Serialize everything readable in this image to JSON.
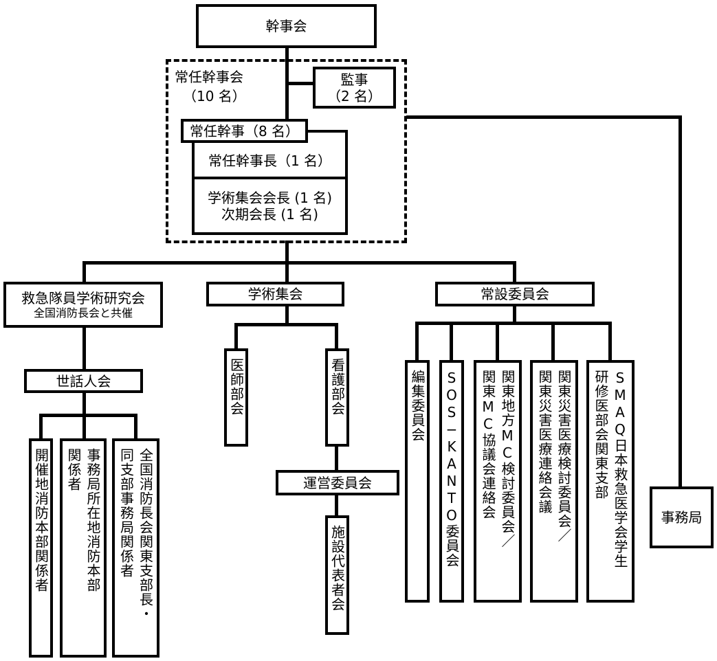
{
  "diagram": {
    "top": {
      "title": "幹事会"
    },
    "standing_board": {
      "title": "常任幹事会",
      "count": "（10 名）",
      "auditor": {
        "title": "監事",
        "count": "（2 名）"
      },
      "standing_directors": "常任幹事（8 名）",
      "chair": "常任幹事長（1 名）",
      "congress_president": "学術集会会長 (1 名)",
      "next_president": "次期会長 (1 名)"
    },
    "secretariat": "事務局",
    "branches": {
      "ems_research": {
        "title": "救急隊員学術研究会",
        "subtitle": "全国消防長会と共催",
        "organizers": "世話人会",
        "members": [
          {
            "cols": [
              "開催地消防本部関係者"
            ]
          },
          {
            "cols": [
              "事務局所在地消防本部",
              "関係者"
            ]
          },
          {
            "cols": [
              "全国消防長会関東支部長・",
              "同支部事務局関係者"
            ]
          }
        ]
      },
      "congress": {
        "title": "学術集会",
        "sections": [
          {
            "cols": [
              "医師部会"
            ]
          },
          {
            "cols": [
              "看護部会"
            ]
          }
        ],
        "steering": "運営委員会",
        "facility": {
          "cols": [
            "施設代表者会"
          ]
        }
      },
      "standing_committees": {
        "title": "常設委員会",
        "items": [
          {
            "cols": [
              "編集委員会"
            ]
          },
          {
            "cols": [
              "SOS−KANTO委員会"
            ]
          },
          {
            "cols": [
              "関東地方MC検討委員会／",
              "関東MC協議会連絡会"
            ]
          },
          {
            "cols": [
              "関東災害医療検討委員会／",
              "関東災害医療連絡会議"
            ]
          },
          {
            "cols": [
              "SMAQ日本救急医学会学生",
              "研修医部会関東支部"
            ]
          }
        ]
      }
    }
  }
}
